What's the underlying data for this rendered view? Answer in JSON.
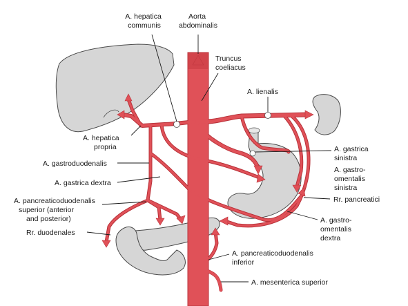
{
  "labels": {
    "hepatica_communis": [
      "A. hepatica",
      "communis"
    ],
    "aorta": [
      "Aorta",
      "abdominalis"
    ],
    "truncus": [
      "Truncus",
      "coeliacus"
    ],
    "lienalis": [
      "A. lienalis"
    ],
    "hepatica_propria": [
      "A. hepatica",
      "propria"
    ],
    "gastroduodenalis": [
      "A. gastroduodenalis"
    ],
    "gastrica_dextra": [
      "A. gastrica dextra"
    ],
    "pancreaticoduodenalis_superior": [
      "A. pancreaticoduodenalis",
      "superior (anterior",
      "and posterior)"
    ],
    "duodenales": [
      "Rr. duodenales"
    ],
    "gastrica_sinistra": [
      "A. gastrica",
      "sinistra"
    ],
    "gastroomentalis_sinistra": [
      "A. gastro-",
      "omentalis",
      "sinistra"
    ],
    "pancreatici": [
      "Rr. pancreatici"
    ],
    "gastroomentalis_dextra": [
      "A. gastro-",
      "omentalis",
      "dextra"
    ],
    "pancreaticoduodenalis_inferior": [
      "A. pancreaticoduodenalis",
      "inferior"
    ],
    "mesenterica_superior": [
      "A. mesenterica superior"
    ]
  },
  "colors": {
    "artery": "#e05158",
    "artery_edge": "#b8323a",
    "organ": "#d6d6d6",
    "organ_outline": "#4a4a4a"
  }
}
